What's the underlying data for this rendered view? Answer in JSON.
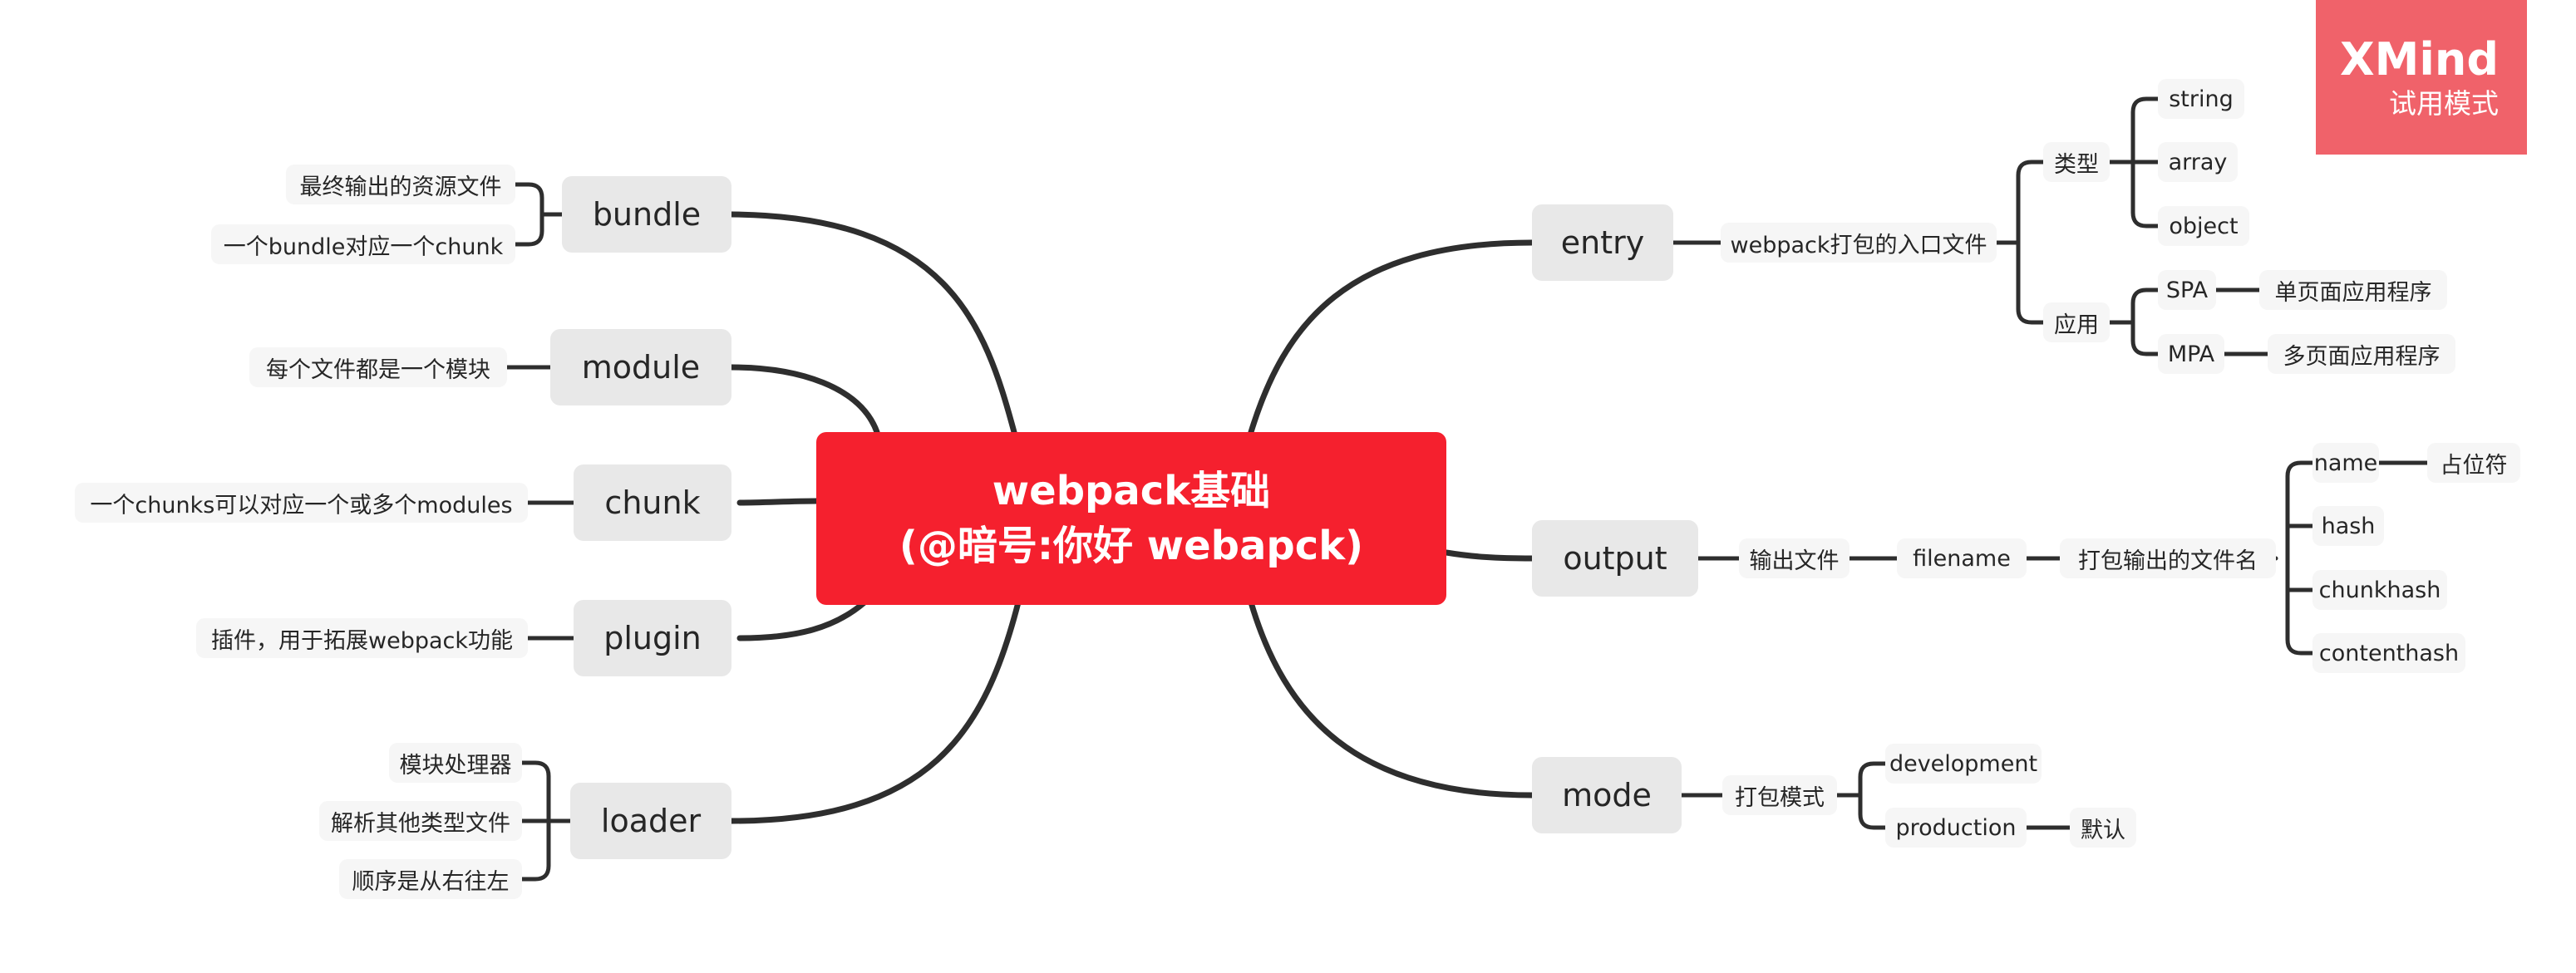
{
  "badge": {
    "brand": "XMind",
    "trial": "试用模式"
  },
  "root": {
    "line1": "webpack基础",
    "line2": "(@暗号:你好 webapck)"
  },
  "branches": {
    "bundle": {
      "label": "bundle",
      "children": [
        "最终输出的资源文件",
        "一个bundle对应一个chunk"
      ]
    },
    "module": {
      "label": "module",
      "children": [
        "每个文件都是一个模块"
      ]
    },
    "chunk": {
      "label": "chunk",
      "children": [
        "一个chunks可以对应一个或多个modules"
      ]
    },
    "plugin": {
      "label": "plugin",
      "children": [
        "插件，用于拓展webpack功能"
      ]
    },
    "loader": {
      "label": "loader",
      "children": [
        "模块处理器",
        "解析其他类型文件",
        "顺序是从右往左"
      ]
    },
    "entry": {
      "label": "entry",
      "desc": "webpack打包的入口文件",
      "type": {
        "label": "类型",
        "children": [
          "string",
          "array",
          "object"
        ]
      },
      "usage": {
        "label": "应用",
        "spa": "SPA",
        "spa_desc": "单页面应用程序",
        "mpa": "MPA",
        "mpa_desc": "多页面应用程序"
      }
    },
    "output": {
      "label": "output",
      "desc": "输出文件",
      "filename": "filename",
      "filename_desc": "打包输出的文件名",
      "children": [
        "name",
        "hash",
        "chunkhash",
        "contenthash"
      ],
      "name_desc": "占位符"
    },
    "mode": {
      "label": "mode",
      "desc": "打包模式",
      "children": [
        "development",
        "production"
      ],
      "default_label": "默认"
    }
  }
}
